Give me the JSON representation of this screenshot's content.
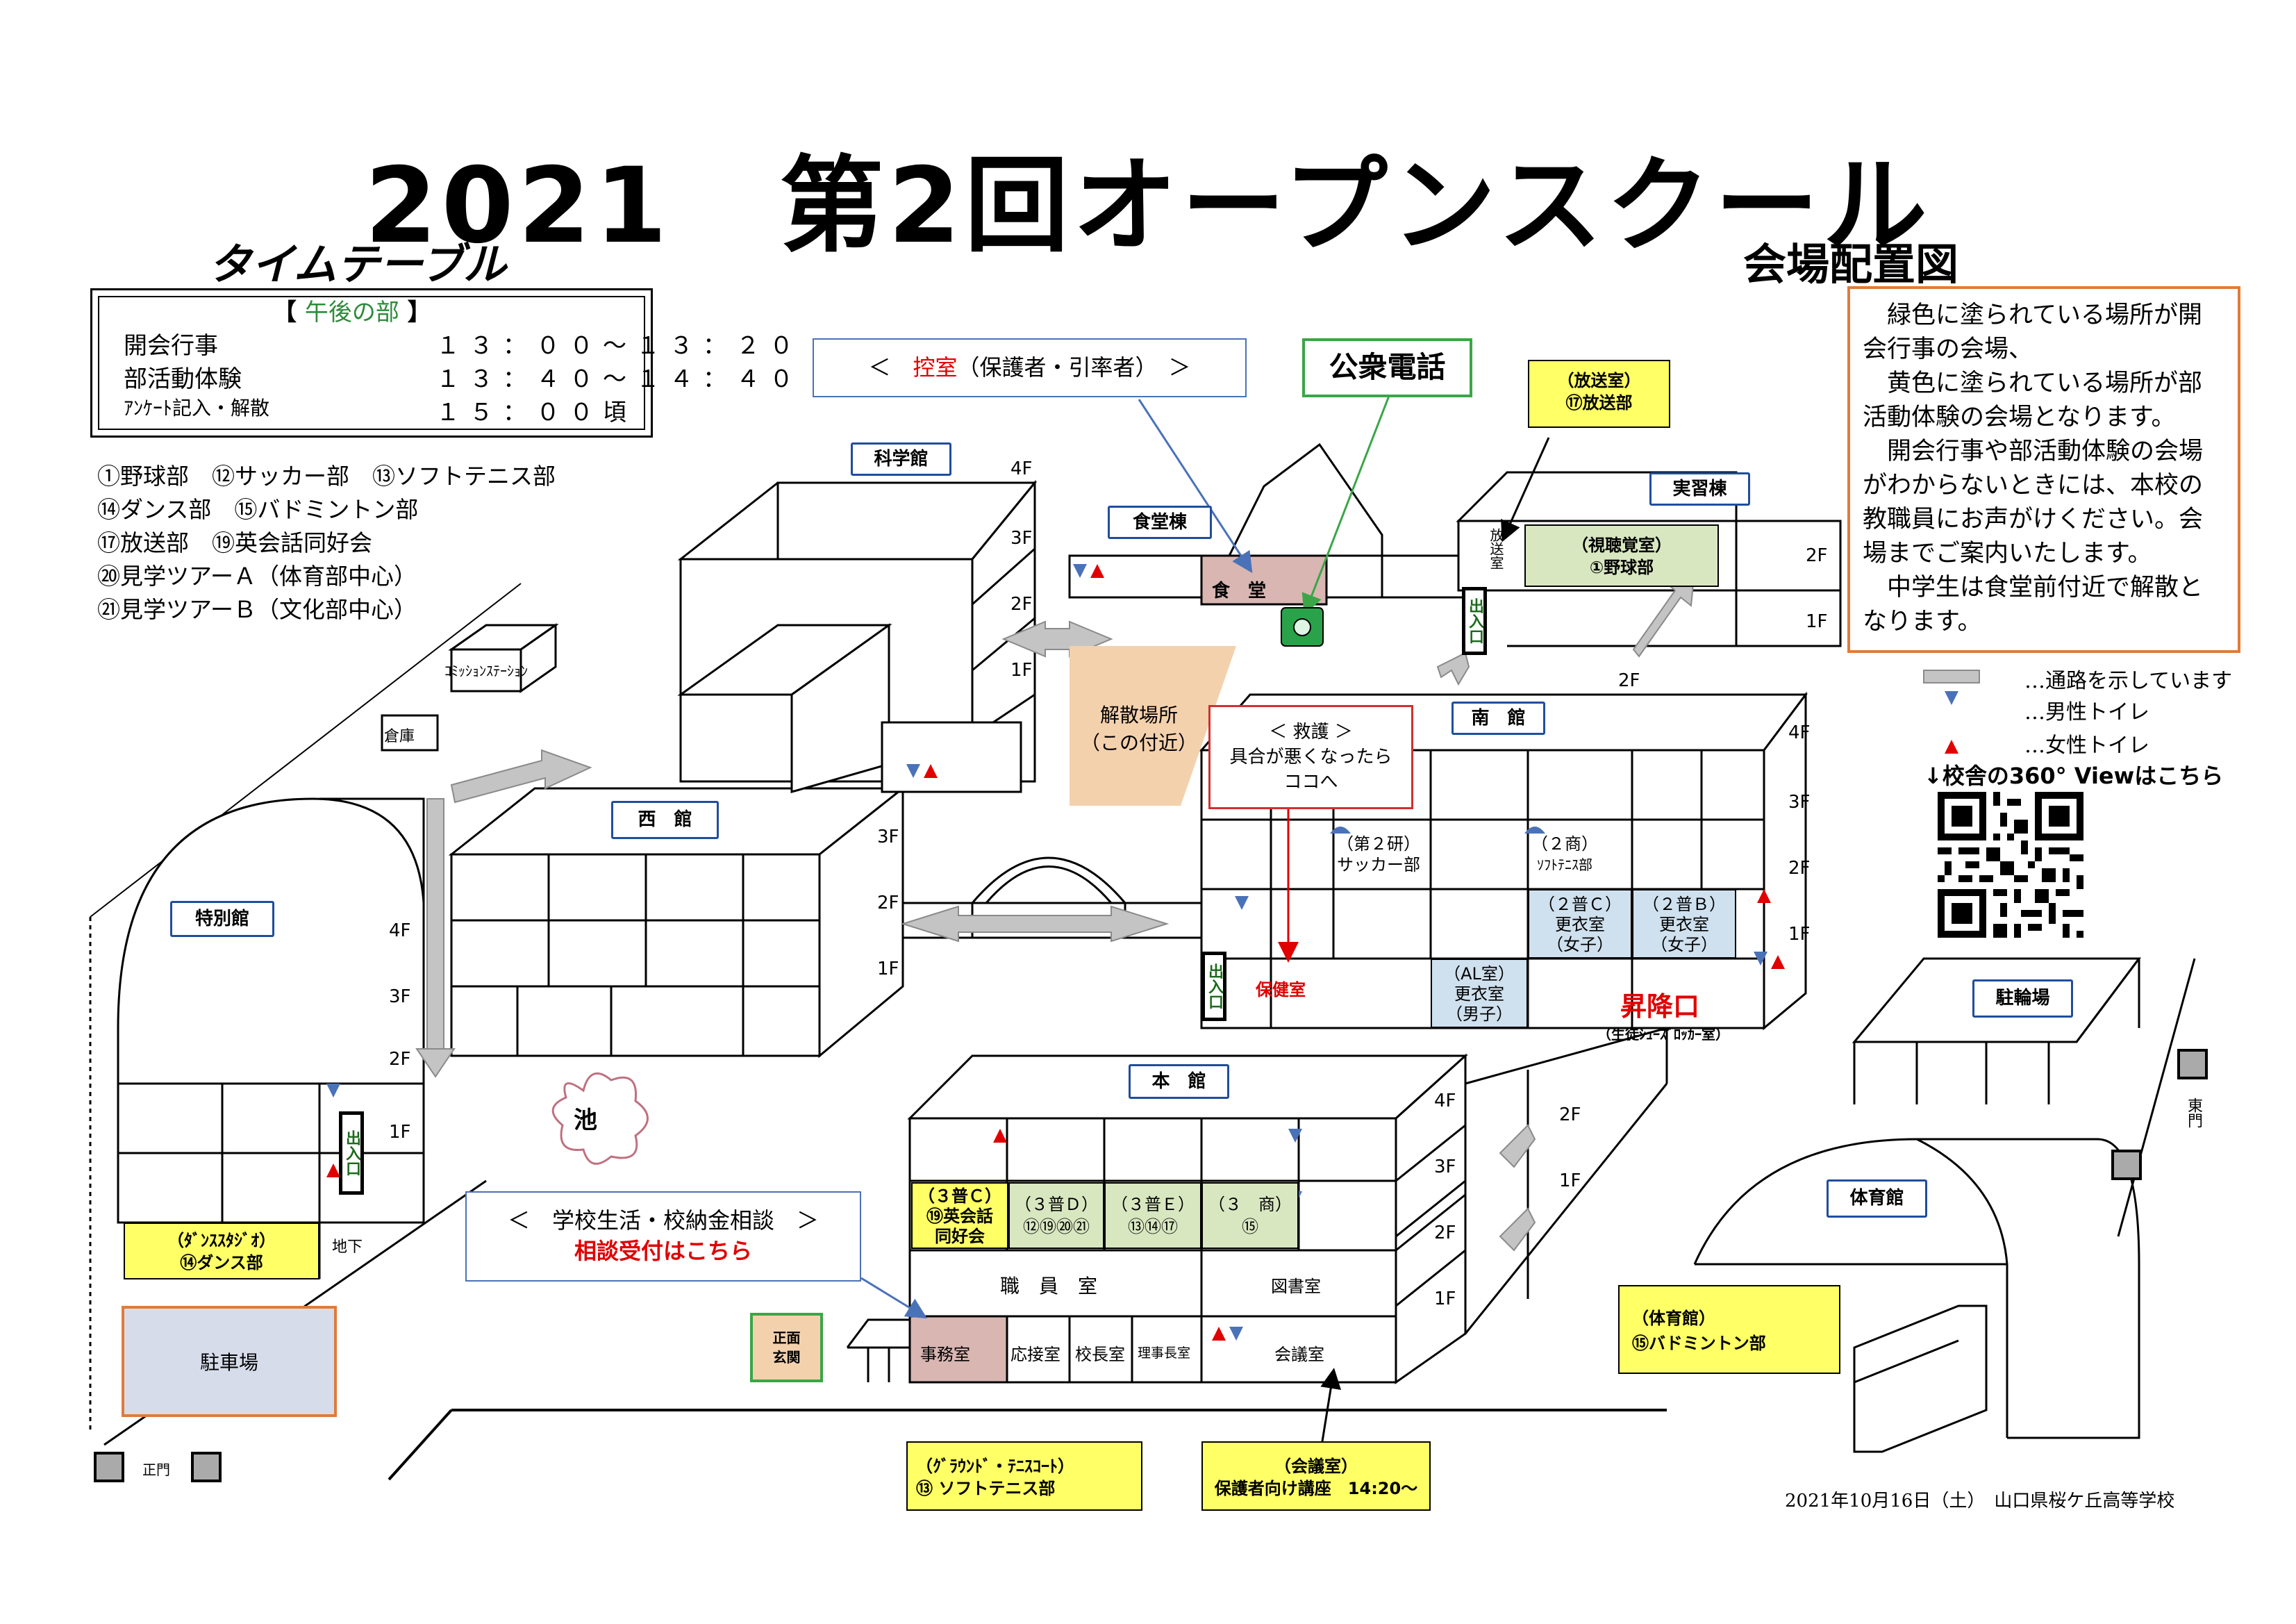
{
  "title": "2021　第2回オープンスクール",
  "timetable": {
    "heading": "タイムテーブル",
    "session": "午後の部",
    "rows": [
      {
        "label": "開会行事",
        "time": "１３：００～１３：２０"
      },
      {
        "label": "部活動体験",
        "time": "１３：４０～１４：４０"
      },
      {
        "label": "ｱﾝｹｰﾄ記入・解散",
        "time": "１５：００頃"
      }
    ]
  },
  "clubs": [
    "①野球部　⑫サッカー部　⑬ソフトテニス部",
    "⑭ダンス部　⑮バドミントン部",
    "⑰放送部　⑲英会話同好会",
    "⑳見学ツアーＡ（体育部中心）",
    "㉑見学ツアーＢ（文化部中心）"
  ],
  "map_heading": "会場配置図",
  "notice": [
    "緑色に塗られている場所が開会行事の会場、",
    "黄色に塗られている場所が部活動体験の会場となります。",
    "開会行事や部活動体験の会場がわからないときには、本校の教職員にお声がけください。会場までご案内いたします。",
    "中学生は食堂前付近で解散となります。"
  ],
  "legend": {
    "passage": "…通路を示しています",
    "male": "…男性トイレ",
    "female": "…女性トイレ",
    "view360": "↓校舎の360° Viewはこちら"
  },
  "callouts": {
    "waiting_room_pre": "＜　",
    "waiting_room_red": "控室",
    "waiting_room_post": "（保護者・引率者）　＞",
    "public_phone": "公衆電話",
    "broadcast_head": "（放送室）",
    "broadcast_club": "⑰放送部",
    "first_aid_1": "＜ 救護 ＞",
    "first_aid_2": "具合が悪くなったら",
    "first_aid_3": "ココへ",
    "consult_1": "＜　学校生活・校納金相談　＞",
    "consult_2": "相談受付はこちら",
    "dismissal_1": "解散場所",
    "dismissal_2": "（この付近）"
  },
  "buildings": {
    "science": "科学館",
    "cafeteria": "食堂棟",
    "practice": "実習棟",
    "south": "南　館",
    "west": "西　館",
    "special": "特別館",
    "main": "本　館",
    "gym": "体育館",
    "bike": "駐輪場",
    "parking": "駐車場",
    "commission": "ｺﾐｯｼｮﾝｽﾃｰｼｮﾝ",
    "storage": "倉庫",
    "pond": "池"
  },
  "rooms": {
    "cafeteria_room": "食　堂",
    "av_room_1": "（視聴覚室）",
    "av_room_2": "①野球部",
    "broadcast_small": "放送室",
    "lab2_1": "（第２研）",
    "lab2_2": "サッカー部",
    "shou2_1": "（２商）",
    "shou2_2": "ｿﾌﾄﾃﾆｽ部",
    "f2c_1": "（２普Ｃ）",
    "f2c_2": "更衣室",
    "f2c_3": "（女子）",
    "f2b_1": "（２普Ｂ）",
    "f2b_2": "更衣室",
    "f2b_3": "（女子）",
    "al_1": "（AL室）",
    "al_2": "更衣室",
    "al_3": "（男子）",
    "health": "保健室",
    "shoes_1": "昇降口",
    "shoes_2": "（生徒ｼｭｰｽﾞﾛｯｶｰ室）",
    "f3c_1": "（３普Ｃ）",
    "f3c_2": "⑲英会話",
    "f3c_3": "同好会",
    "f3d_1": "（３普Ｄ）",
    "f3d_2": "⑫⑲⑳㉑",
    "f3e_1": "（３普Ｅ）",
    "f3e_2": "⑬⑭⑰",
    "s3_1": "（３　商）",
    "s3_2": "⑮",
    "staff": "職　員　室",
    "library": "図書室",
    "office": "事務室",
    "reception": "応接室",
    "principal": "校長室",
    "director": "理事長室",
    "meeting": "会議室",
    "front_1": "正面",
    "front_2": "玄関",
    "dance_1": "（ﾀﾞﾝｽｽﾀｼﾞｵ）",
    "dance_2": "⑭ダンス部",
    "underground": "地下",
    "gym_box_1": "（体育館）",
    "gym_box_2": "⑮バドミントン部",
    "ground_1": "（ｸﾞﾗｳﾝﾄﾞ・ﾃﾆｽｺｰﾄ）",
    "ground_2": "⑬ ソフトテニス部",
    "meeting_box_1": "（会議室）",
    "meeting_box_2": "保護者向け講座　14:20～",
    "entrance": "出入口",
    "main_gate": "正門",
    "east_gate": "東門"
  },
  "floors": {
    "f1": "1F",
    "f2": "2F",
    "f3": "3F",
    "f4": "4F"
  },
  "footer": "2021年10月16日（土）　山口県桜ケ丘高等学校",
  "colors": {
    "green_text": "#2e8b3a",
    "red": "#e00000",
    "orange": "#e07b39",
    "blue_border": "#2a5ba8",
    "yellow": "#ffff66",
    "green_fill": "#d9e7c1",
    "blue_fill": "#cfe0ee",
    "pink_fill": "#d9b6b2",
    "tan": "#f4d1ad"
  }
}
